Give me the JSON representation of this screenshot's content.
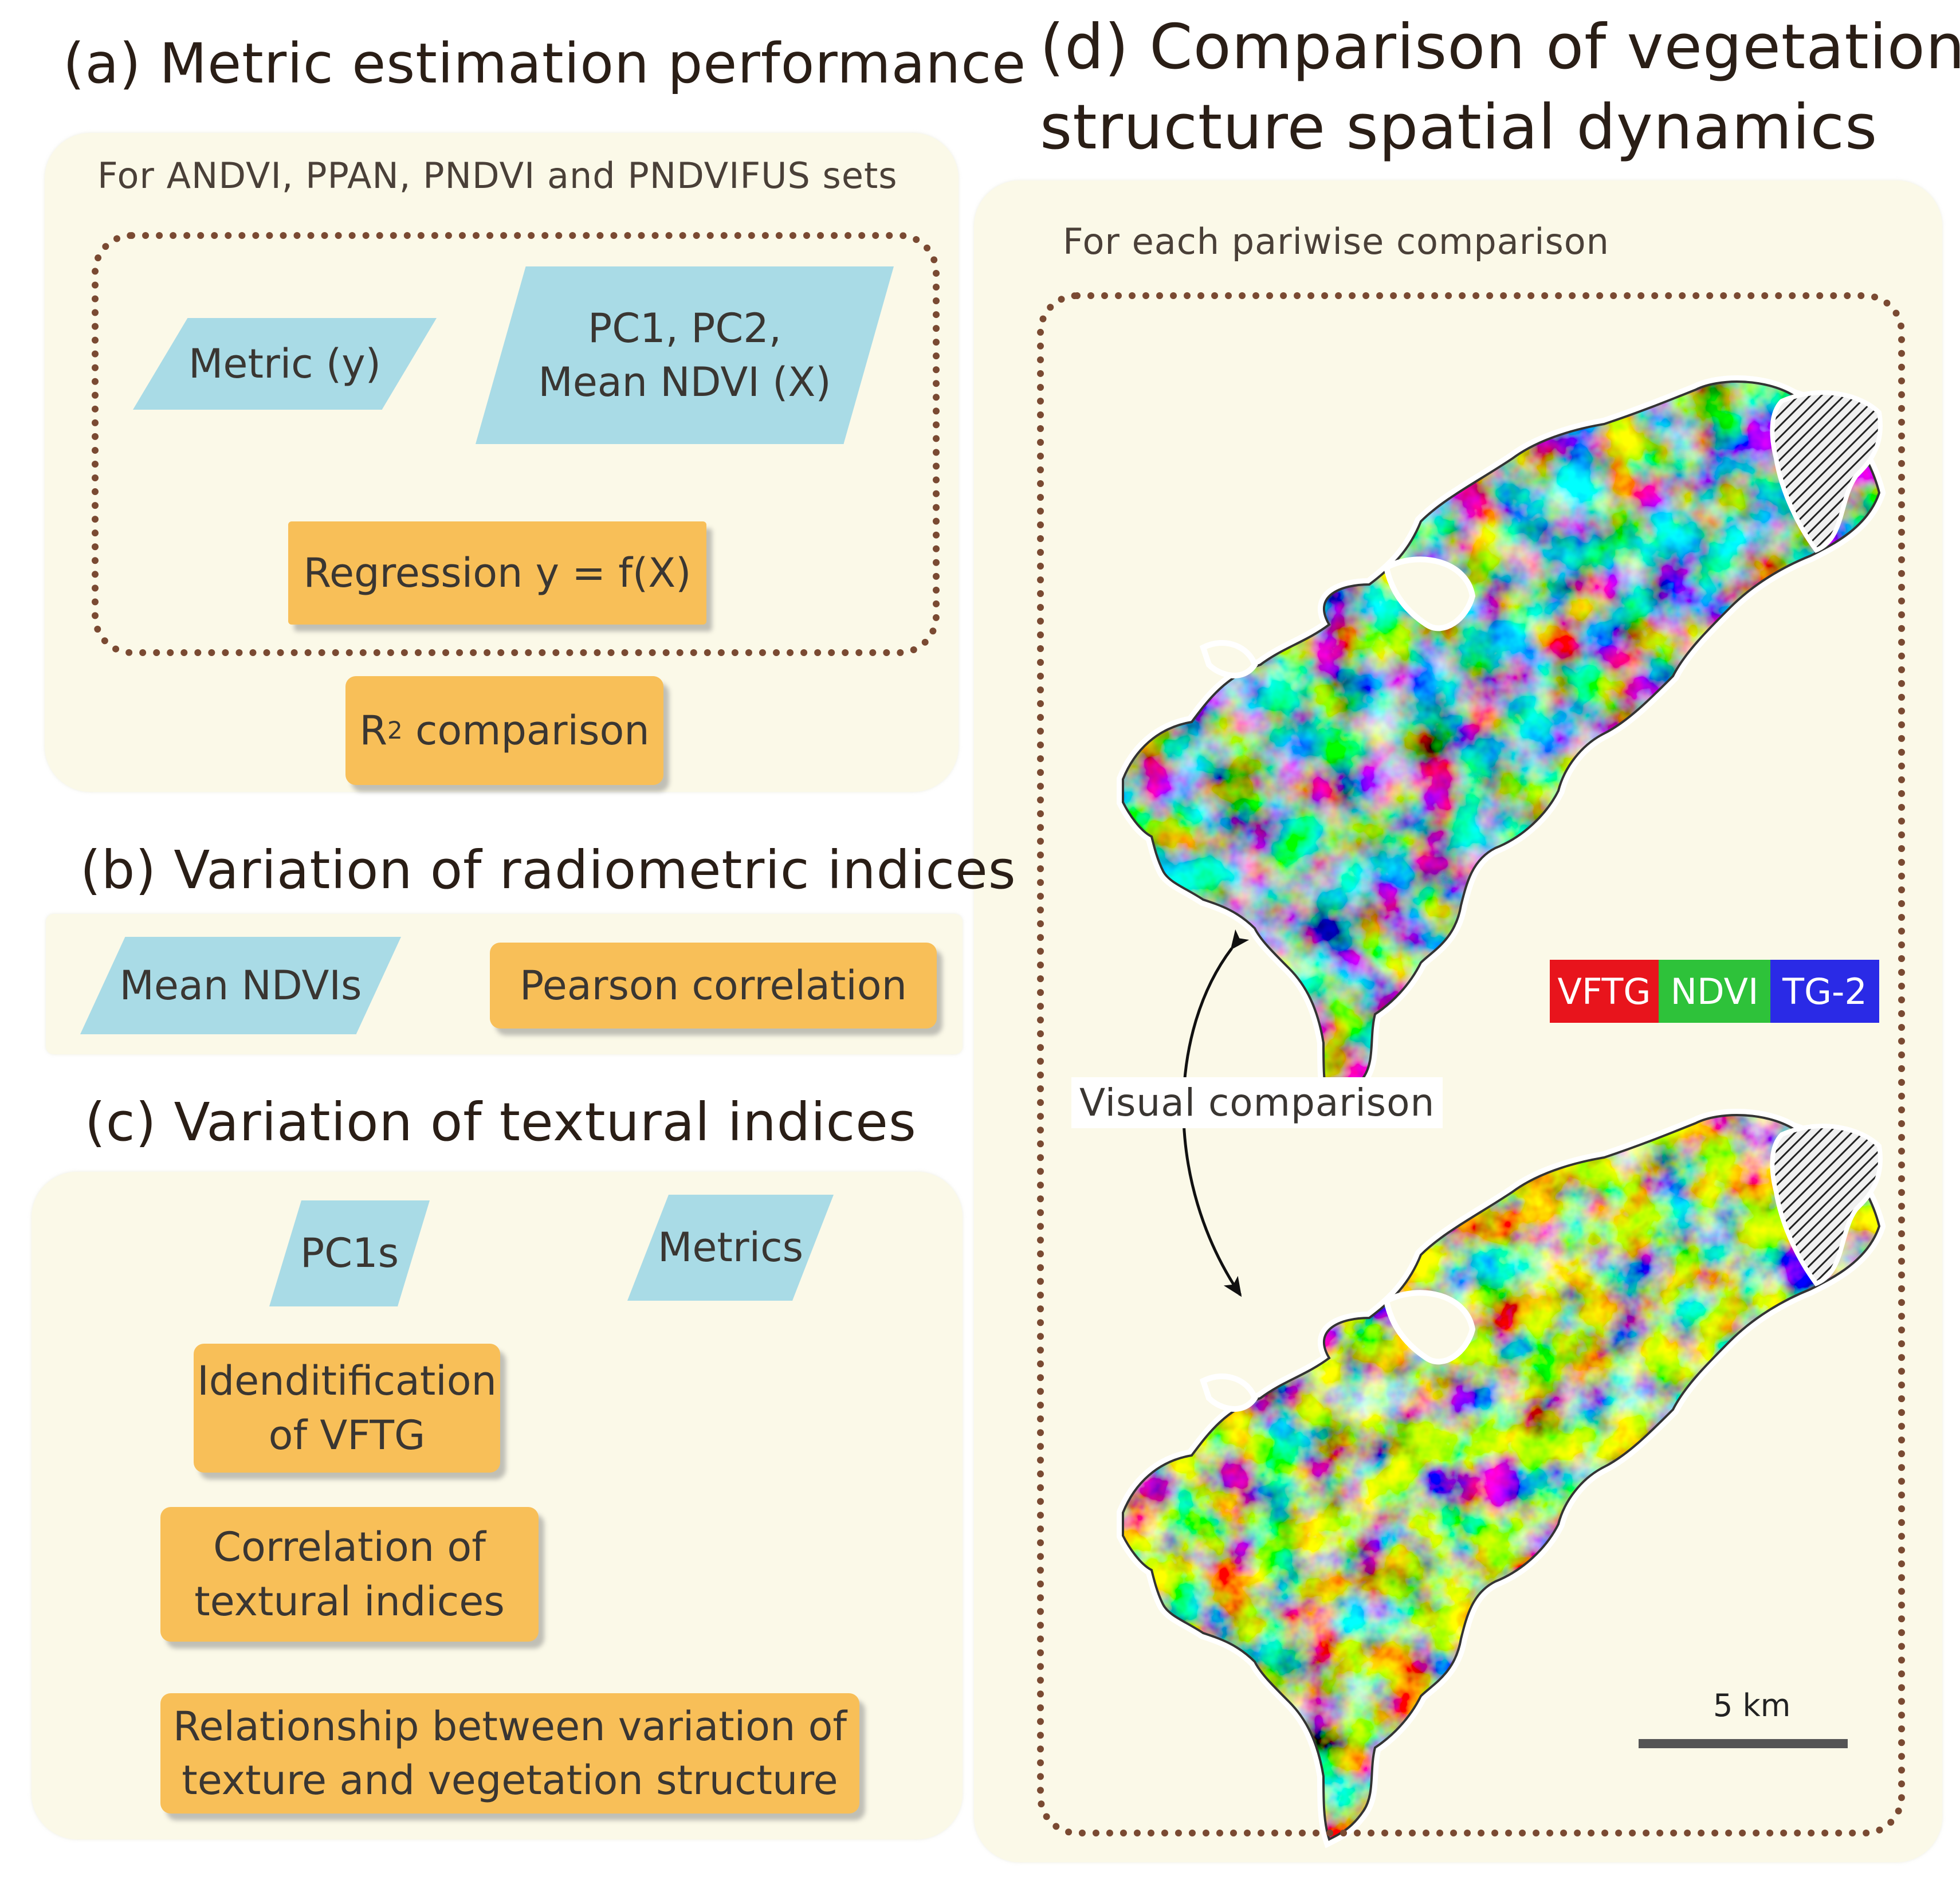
{
  "panel_a": {
    "title": "(a) Metric estimation performance",
    "subtitle": "For ANDVI, PPAN, PNDVI and PNDVIFUS sets",
    "input_metric": "Metric (y)",
    "input_predictors": "PC1, PC2,\nMean NDVI (X)",
    "regression": "Regression y = f(X)",
    "r2_prefix": "R",
    "r2_sup": "2",
    "r2_suffix": " comparison"
  },
  "panel_b": {
    "title": "(b) Variation of radiometric indices",
    "input": "Mean NDVIs",
    "output": "Pearson correlation"
  },
  "panel_c": {
    "title": "(c) Variation of textural indices",
    "input_pc": "PC1s",
    "input_metrics": "Metrics",
    "step1": "Idenditification\nof VFTG",
    "step2": "Correlation of\ntextural indices",
    "step3": "Relationship between variation of\ntexture and vegetation structure"
  },
  "panel_d": {
    "title_line1": "(d) Comparison of vegetation",
    "title_line2": "structure spatial dynamics",
    "subtitle": "For each pariwise comparison",
    "visual_comparison": "Visual comparison",
    "legend": [
      {
        "label": "VFTG",
        "color": "#e8141c"
      },
      {
        "label": "NDVI",
        "color": "#2ec23a"
      },
      {
        "label": "TG-2",
        "color": "#2a2ae6"
      }
    ],
    "scale_label": "5 km"
  },
  "colors": {
    "panel_bg": "#fbf9e8",
    "input_shape": "#a9dbe6",
    "process_box": "#f8bf58",
    "dotted_border": "#7a4a32"
  }
}
